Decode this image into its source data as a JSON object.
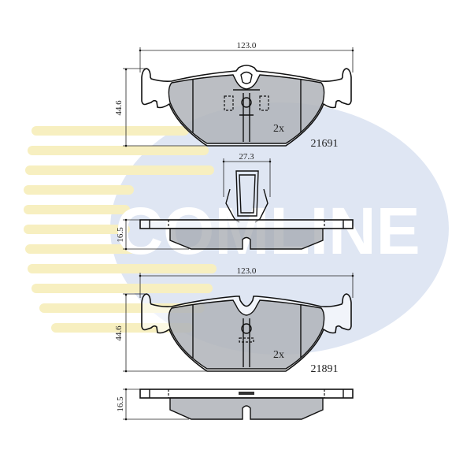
{
  "watermark": {
    "text": "COMLINE",
    "colors": {
      "blue": "#dfe6f3",
      "yellow": "#f7efc0"
    }
  },
  "pad_top": {
    "width_dim": "123.0",
    "height_dim": "44.6",
    "quantity": "2x",
    "part_number": "21691"
  },
  "clip": {
    "width_dim": "27.3"
  },
  "side_top": {
    "thickness_dim": "16.5"
  },
  "pad_bottom": {
    "width_dim": "123.0",
    "height_dim": "44.6",
    "quantity": "2x",
    "part_number": "21891"
  },
  "side_bottom": {
    "thickness_dim": "16.5"
  }
}
